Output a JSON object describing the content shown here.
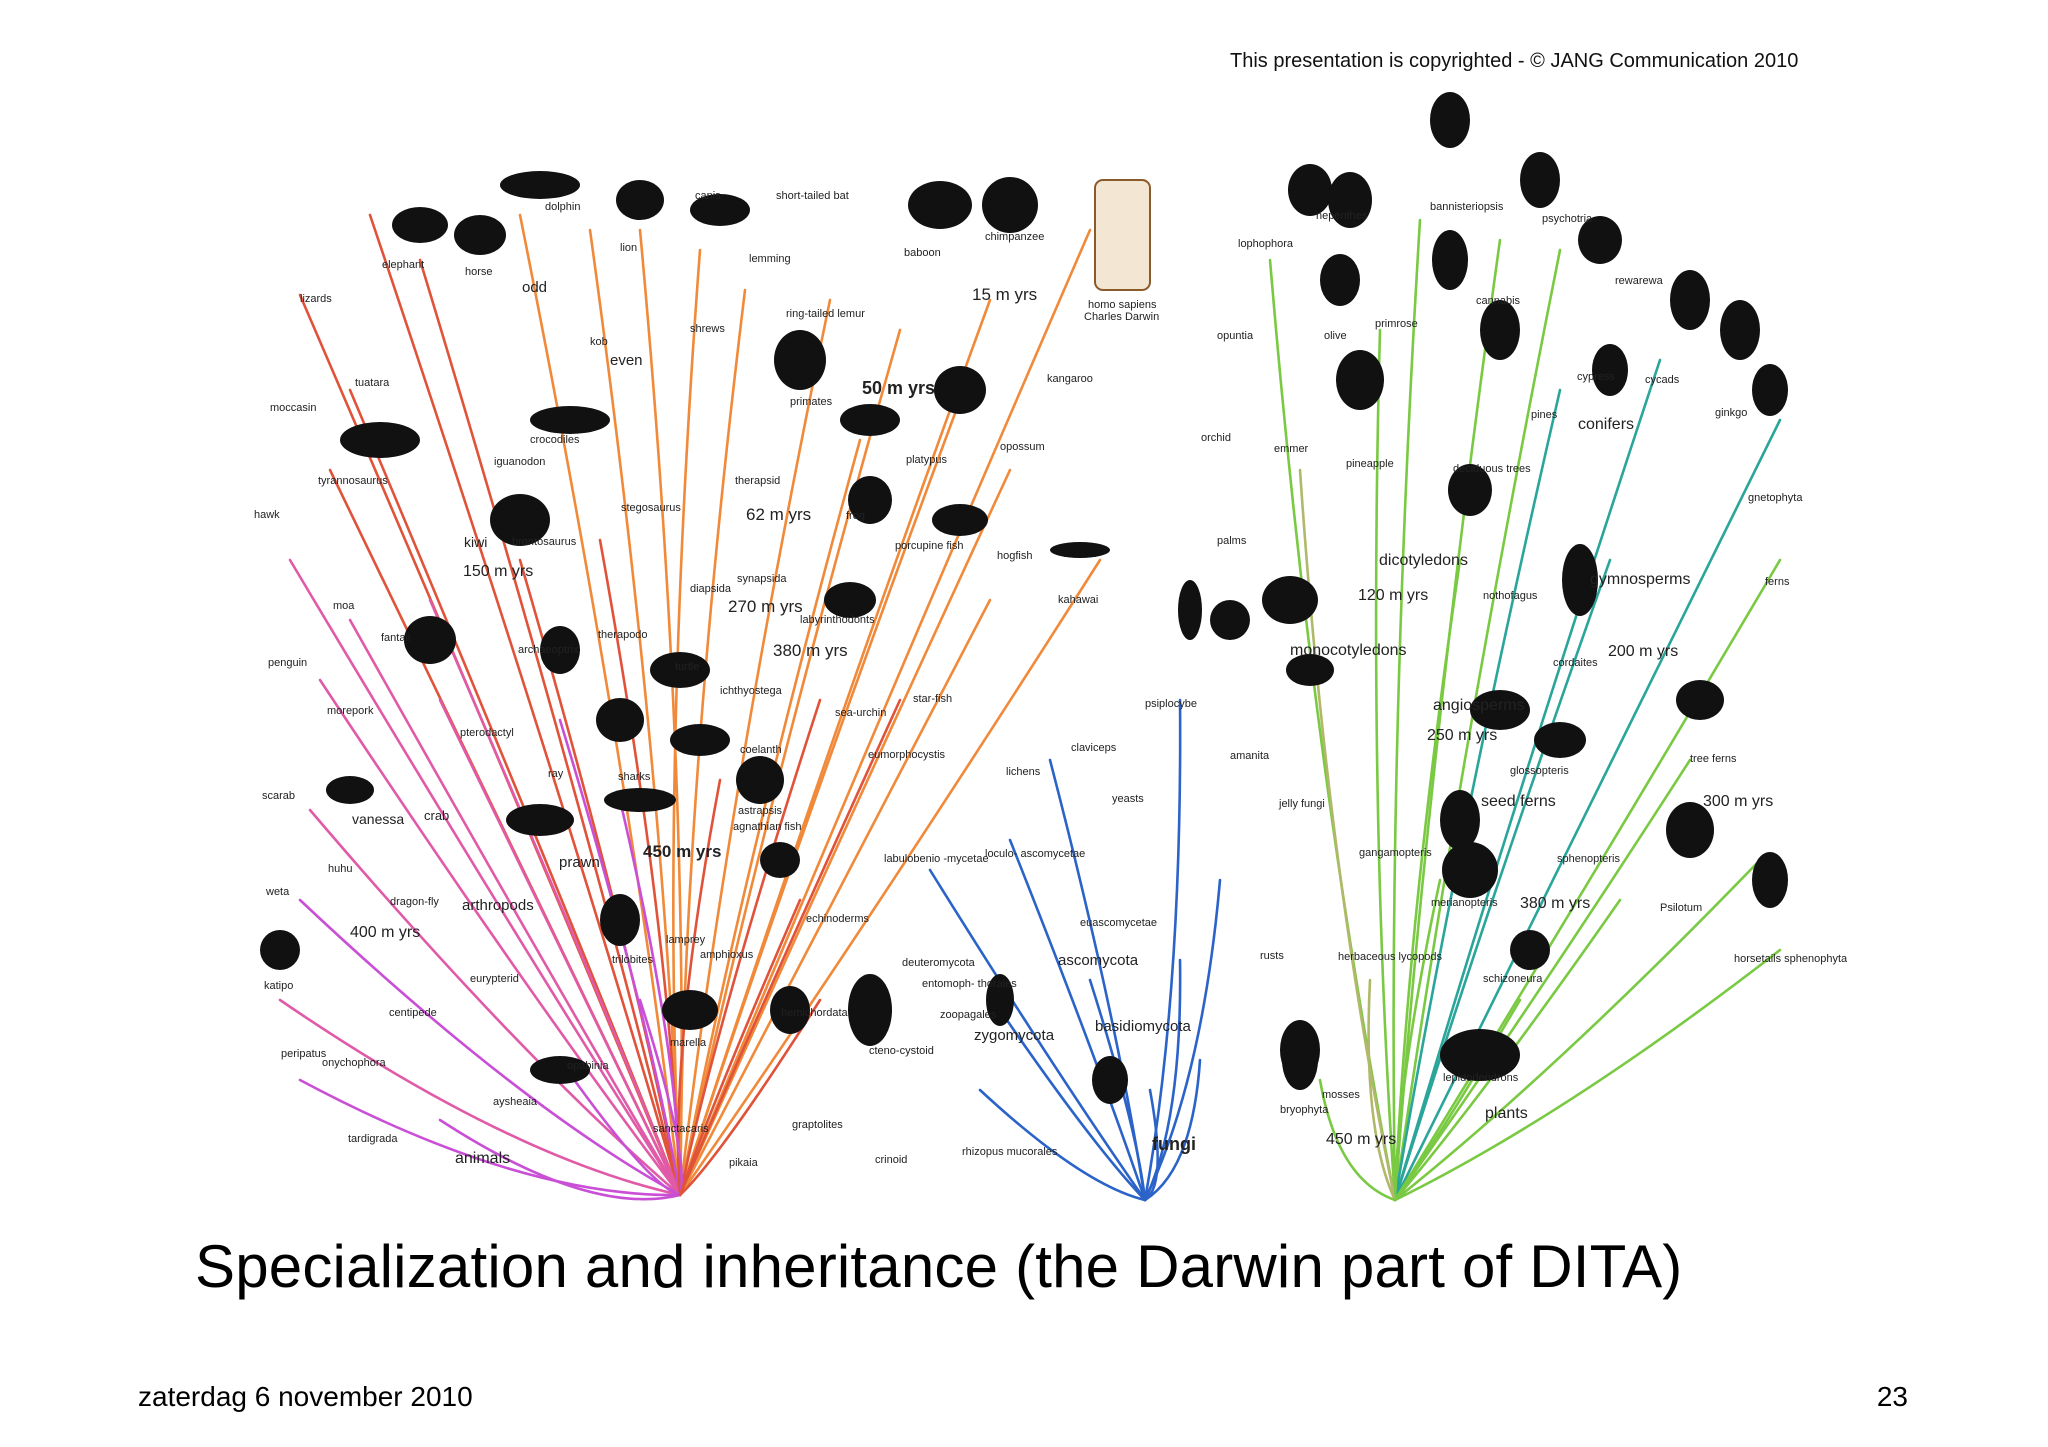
{
  "copyright": "This presentation is copyrighted - © JANG Communication 2010",
  "title": "Specialization and inheritance (the Darwin part of DITA)",
  "footer": {
    "date": "zaterdag 6 november 2010",
    "page": "23"
  },
  "colors": {
    "animals_red": "#e0533a",
    "animals_orange": "#f08a3a",
    "animals_pink": "#e05aa8",
    "animals_violet": "#c94fd6",
    "fungi_blue": "#2b63c8",
    "plants_green": "#7ac943",
    "plants_teal": "#2aa59a",
    "plants_olive": "#b1b86a"
  },
  "tree": {
    "groups": [
      {
        "key": "animals",
        "label": "animals"
      },
      {
        "key": "fungi",
        "label": "fungi"
      },
      {
        "key": "plants",
        "label": "plants"
      }
    ],
    "time_labels": [
      "15 m yrs",
      "50 m yrs",
      "62 m yrs",
      "150 m yrs",
      "270 m yrs",
      "380 m yrs",
      "450 m yrs",
      "400 m yrs",
      "120 m yrs",
      "200 m yrs",
      "250 m yrs",
      "300 m yrs",
      "380 m yrs",
      "450 m yrs"
    ],
    "clade_labels": [
      "odd",
      "even",
      "conifers",
      "dicotyledons",
      "monocotyledons",
      "gymnosperms",
      "angiosperms",
      "seed ferns",
      "arthropods",
      "prawn",
      "crab",
      "vanessa",
      "ascomycota",
      "basidiomycota",
      "zygomycota",
      "kiwi"
    ],
    "organisms": {
      "animals": [
        "dolphin",
        "elephant",
        "horse",
        "lion",
        "canis",
        "short-tailed bat",
        "chimpanzee",
        "baboon",
        "lemming",
        "ring-tailed lemur",
        "shrews",
        "kob",
        "lizards",
        "tuatara",
        "moccasin",
        "crocodiles",
        "iguanodon",
        "tyrannosaurus",
        "hawk",
        "stegosaurus",
        "brontosaurus",
        "moa",
        "penguin",
        "fantail",
        "archaeoptrix",
        "therapodo",
        "diapsida",
        "synapsida",
        "therapsid",
        "primates",
        "kangaroo",
        "opossum",
        "platypus",
        "frog",
        "porcupine fish",
        "hogfish",
        "kahawai",
        "labyrinthodonts",
        "ichthyostega",
        "turtle",
        "sea-urchin",
        "star-fish",
        "morepork",
        "pterodactyl",
        "ray",
        "sharks",
        "coelanth",
        "eumorphocystis",
        "astrapsis",
        "agnathian fish",
        "scarab",
        "weta",
        "huhu",
        "dragon-fly",
        "katipo",
        "peripatus",
        "onychophora",
        "tardigrada",
        "centipede",
        "eurypterid",
        "opabinia",
        "aysheaia",
        "trilobites",
        "lamprey",
        "amphioxus",
        "marella",
        "sanctacaris",
        "pikaia",
        "hemichordata",
        "graptolites",
        "crinoid",
        "cteno-cystoid",
        "echinoderms",
        "homo sapiens",
        "Charles Darwin"
      ],
      "fungi": [
        "psiplocybe",
        "amanita",
        "claviceps",
        "lichens",
        "yeasts",
        "jelly fungi",
        "labulobenio -mycetae",
        "loculo- ascomycetae",
        "euascomycetae",
        "deuteromycota",
        "entomoph- thorales",
        "zoopagales",
        "rhizopus mucorales",
        "rusts"
      ],
      "plants": [
        "nepenthes",
        "bannisteriopsis",
        "psychotria",
        "lophophora",
        "rewarewa",
        "cannabis",
        "opuntia",
        "olive",
        "primrose",
        "cypress",
        "cycads",
        "pines",
        "ginkgo",
        "orchid",
        "emmer",
        "pineapple",
        "deciduous trees",
        "gnetophyta",
        "palms",
        "ferns",
        "nothofagus",
        "cordaites",
        "tree ferns",
        "glossopteris",
        "gangamopteris",
        "sphenopteris",
        "merianopteris",
        "Psilotum",
        "horsetails sphenophyta",
        "herbaceous lycopods",
        "schizoneura",
        "lepidodendrons",
        "mosses",
        "bryophyta"
      ]
    }
  }
}
